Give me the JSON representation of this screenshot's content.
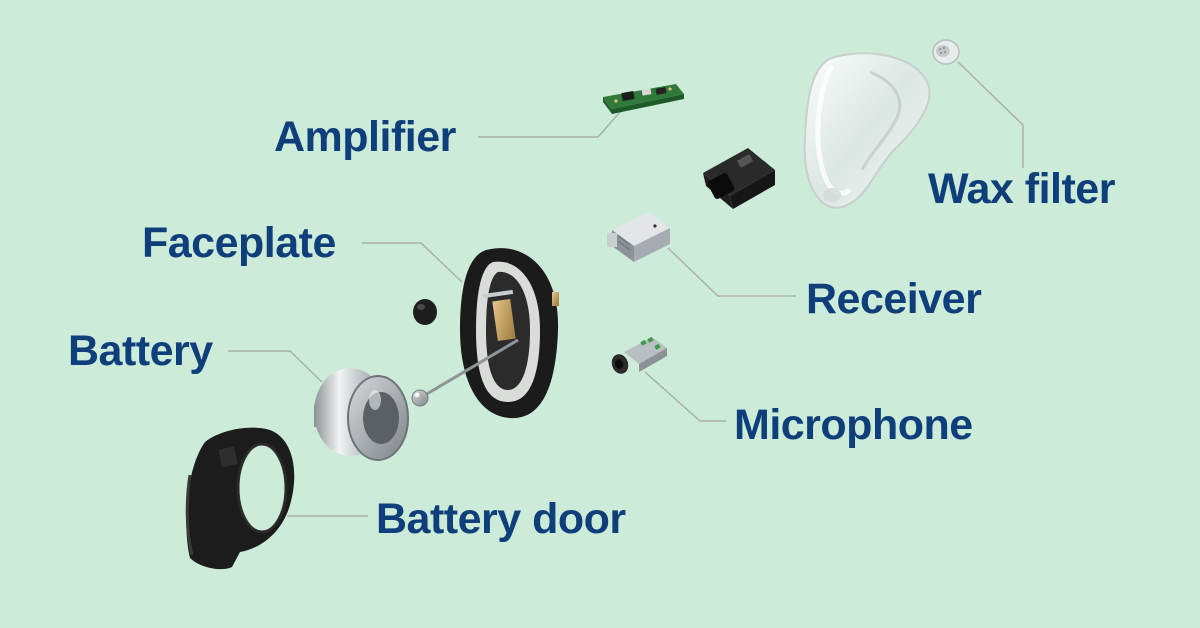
{
  "labels": {
    "amplifier": "Amplifier",
    "wax_filter": "Wax filter",
    "faceplate": "Faceplate",
    "receiver": "Receiver",
    "battery": "Battery",
    "microphone": "Microphone",
    "battery_door": "Battery door"
  },
  "colors": {
    "background": "#cdebd9",
    "label_text": "#0f3f7a",
    "leader_line": "#a9b1ad"
  }
}
